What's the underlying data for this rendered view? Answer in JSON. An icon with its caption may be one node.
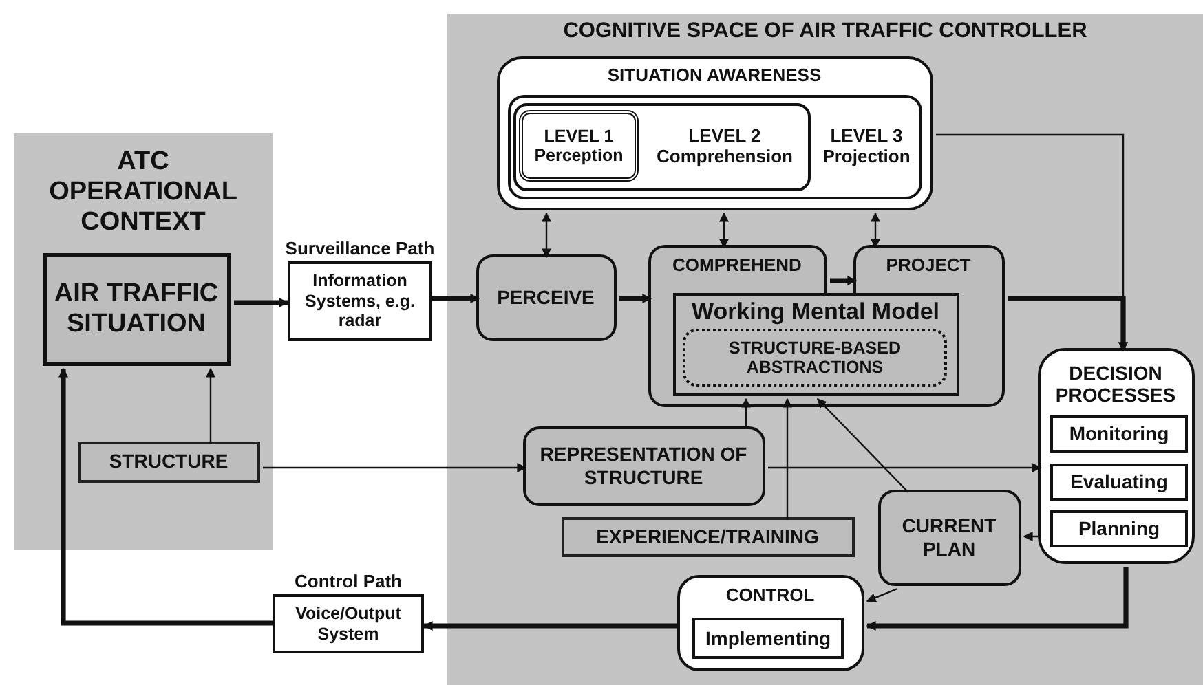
{
  "diagram": {
    "nodes": [
      {
        "text": [
          "ATC OPERATIONAL CONTEXT"
        ]
      },
      {
        "text": [
          "AIR TRAFFIC SITUATION"
        ],
        "in": 0
      },
      {
        "text": [
          "STRUCTURE"
        ],
        "in": 0
      },
      {
        "text": [
          "Information Systems, e.g. radar"
        ],
        "beside": [
          "Surveillance Path"
        ]
      },
      {
        "text": [
          "COGNITIVE SPACE OF AIR TRAFFIC CONTROLLER"
        ]
      },
      {
        "text": [
          "SITUATION AWARENESS"
        ],
        "in": 4
      },
      {
        "text": [
          "LEVEL 3",
          "Projection"
        ],
        "in": 5
      },
      {
        "text": [
          "LEVEL 2",
          "Comprehension"
        ],
        "in": 6
      },
      {
        "text": [
          "LEVEL 1",
          "Perception"
        ],
        "in": 7
      },
      {
        "text": [
          "PERCEIVE"
        ],
        "in": 4
      },
      {
        "text": [
          "COMPREHEND"
        ],
        "in": 4
      },
      {
        "text": [
          "PROJECT"
        ],
        "in": 4
      },
      {
        "text": [
          "Working Mental Model"
        ],
        "in": 4
      },
      {
        "text": [
          "STRUCTURE-BASED ABSTRACTIONS"
        ],
        "in": 12
      },
      {
        "text": [
          "REPRESENTATION OF STRUCTURE"
        ],
        "in": 4
      },
      {
        "text": [
          "EXPERIENCE/TRAINING"
        ],
        "in": 4
      },
      {
        "text": [
          "CURRENT PLAN"
        ],
        "in": 4
      },
      {
        "text": [
          "DECISION PROCESSES"
        ],
        "in": 4
      },
      {
        "text": [
          "Monitoring"
        ],
        "in": 17
      },
      {
        "text": [
          "Evaluating"
        ],
        "in": 17
      },
      {
        "text": [
          "Planning"
        ],
        "in": 17
      },
      {
        "text": [
          "CONTROL"
        ],
        "in": 4
      },
      {
        "text": [
          "Implementing"
        ],
        "in": 21
      },
      {
        "text": [
          "Voice/Output System"
        ],
        "beside": [
          "Control Path"
        ]
      }
    ],
    "edges": [
      {
        "from": 1,
        "to": 3,
        "arrow": "to",
        "style": "thick"
      },
      {
        "from": 3,
        "to": 9,
        "arrow": "to",
        "style": "thick"
      },
      {
        "from": 9,
        "to": 10,
        "arrow": "to",
        "style": "thick"
      },
      {
        "from": 10,
        "to": 11,
        "arrow": "to",
        "style": "thick"
      },
      {
        "from": 5,
        "to": 9,
        "arrow": "both"
      },
      {
        "from": 5,
        "to": 10,
        "arrow": "both"
      },
      {
        "from": 5,
        "to": 11,
        "arrow": "both"
      },
      {
        "from": 5,
        "to": 17,
        "arrow": "to"
      },
      {
        "from": 11,
        "to": 17,
        "arrow": "to",
        "style": "thick"
      },
      {
        "from": 2,
        "to": 1,
        "arrow": "to"
      },
      {
        "from": 2,
        "to": 14,
        "arrow": "to"
      },
      {
        "from": 14,
        "to": 12,
        "arrow": "to"
      },
      {
        "from": 15,
        "to": 12,
        "arrow": "to"
      },
      {
        "from": 16,
        "to": 12,
        "arrow": "to"
      },
      {
        "from": 14,
        "to": 17,
        "arrow": "to"
      },
      {
        "from": 17,
        "to": 16,
        "arrow": "to"
      },
      {
        "from": 16,
        "to": 21,
        "arrow": "to"
      },
      {
        "from": 17,
        "to": 21,
        "arrow": "to",
        "style": "thick"
      },
      {
        "from": 21,
        "to": 23,
        "arrow": "to",
        "style": "thick"
      },
      {
        "from": 23,
        "to": 1,
        "arrow": "to",
        "style": "thick"
      }
    ]
  }
}
